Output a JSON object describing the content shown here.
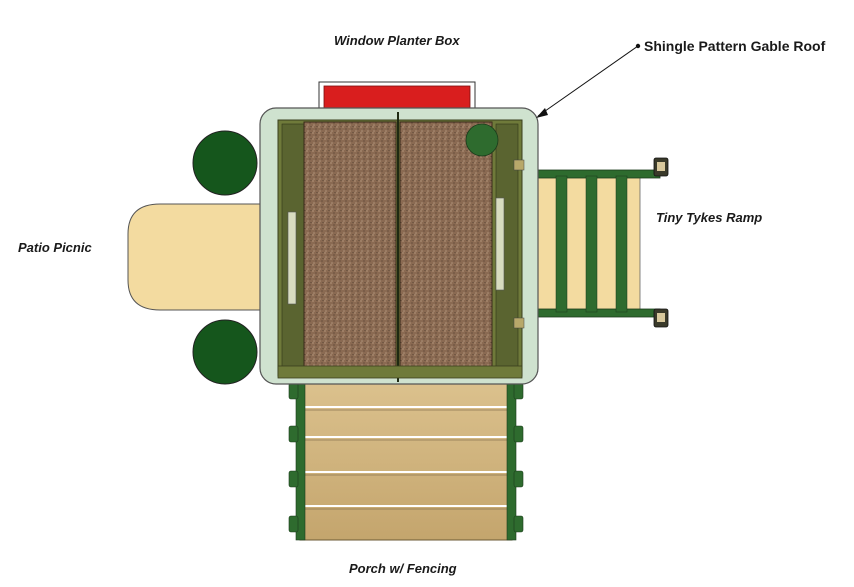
{
  "labels": {
    "window_planter_box": "Window Planter Box",
    "shingle_roof": "Shingle Pattern Gable Roof",
    "patio_picnic": "Patio Picnic",
    "tiny_tykes_ramp": "Tiny Tykes Ramp",
    "porch_fencing": "Porch w/ Fencing"
  },
  "colors": {
    "roof_shingle": "#8a6a52",
    "frame_green": "#2f5a2a",
    "planter_red": "#d91e1e",
    "patio_tan": "#f3dba0",
    "ramp_slat_green": "#2e6b2e",
    "deck_wood": "#cdb27a",
    "tree_green": "#15561c",
    "house_outline": "#cfe2cf"
  }
}
